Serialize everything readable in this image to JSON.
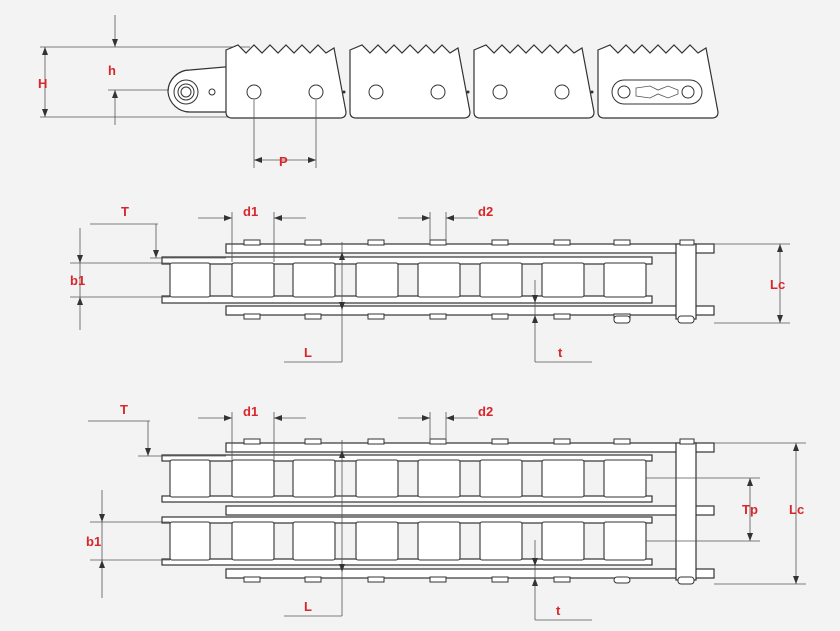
{
  "colors": {
    "background": "#f3f3f3",
    "label": "#d8262b",
    "line": "#3a3a3a"
  },
  "side_view": {
    "labels": {
      "H": "H",
      "h": "h",
      "P": "P"
    }
  },
  "simplex_view": {
    "labels": {
      "T": "T",
      "b1": "b1",
      "d1": "d1",
      "d2": "d2",
      "L": "L",
      "t": "t",
      "Lc": "Lc"
    }
  },
  "duplex_view": {
    "labels": {
      "T": "T",
      "b1": "b1",
      "d1": "d1",
      "d2": "d2",
      "L": "L",
      "t": "t",
      "Lc": "Lc",
      "Tp": "Tp"
    }
  }
}
